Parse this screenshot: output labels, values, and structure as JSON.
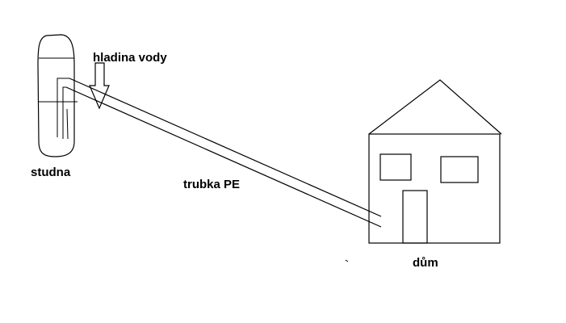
{
  "labels": {
    "well": "studna",
    "water_level": "hladina vody",
    "pipe": "trubka PE",
    "house": "dům"
  },
  "colors": {
    "ink": "#000000",
    "water_line": "#3a7fb0",
    "background": "#ffffff"
  }
}
